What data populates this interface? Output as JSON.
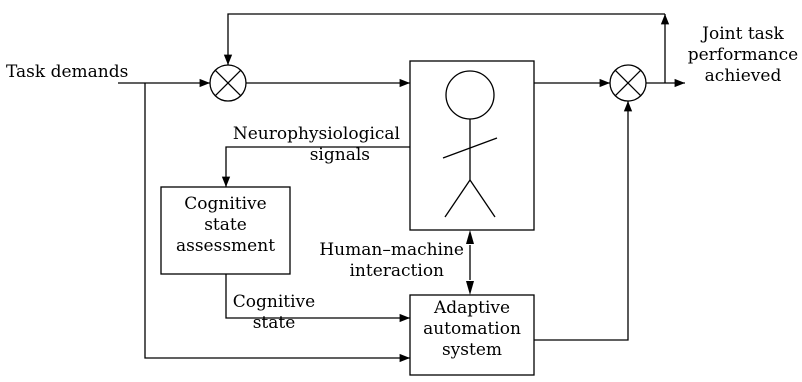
{
  "labels": {
    "task_demands": "Task demands",
    "joint_task_l1": "Joint task",
    "joint_task_l2": "performance",
    "joint_task_l3": "achieved",
    "neuro_l1": "Neurophysiological",
    "neuro_l2": "signals",
    "csa_l1": "Cognitive",
    "csa_l2": "state",
    "csa_l3": "assessment",
    "hmi_l1": "Human–machine",
    "hmi_l2": "interaction",
    "cog_state_l1": "Cognitive",
    "cog_state_l2": "state",
    "aas_l1": "Adaptive",
    "aas_l2": "automation",
    "aas_l3": "system"
  },
  "colors": {
    "line": "#000000",
    "background": "#ffffff"
  }
}
